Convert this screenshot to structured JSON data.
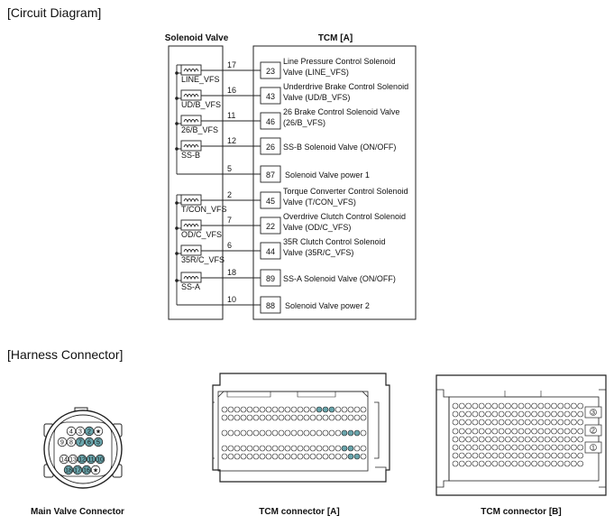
{
  "sections": {
    "circuit": "[Circuit Diagram]",
    "harness": "[Harness Connector]"
  },
  "headers": {
    "solenoid": "Solenoid Valve",
    "tcm": "TCM [A]"
  },
  "top_group": [
    {
      "valve": "LINE_VFS",
      "wire": "17",
      "pin": "23",
      "desc": [
        "Line Pressure Control Solenoid",
        "Valve (LINE_VFS)"
      ]
    },
    {
      "valve": "UD/B_VFS",
      "wire": "16",
      "pin": "43",
      "desc": [
        "Underdrive Brake Control Solenoid",
        "Valve (UD/B_VFS)"
      ]
    },
    {
      "valve": "26/B_VFS",
      "wire": "11",
      "pin": "46",
      "desc": [
        "26 Brake Control Solenoid Valve",
        "(26/B_VFS)"
      ]
    },
    {
      "valve": "SS-B",
      "wire": "12",
      "pin": "26",
      "desc": [
        "SS-B Solenoid Valve (ON/OFF)"
      ]
    }
  ],
  "power1": {
    "wire": "5",
    "pin": "87",
    "desc": "Solenoid Valve power 1"
  },
  "bottom_group": [
    {
      "valve": "T/CON_VFS",
      "wire": "2",
      "pin": "45",
      "desc": [
        "Torque Converter Control Solenoid",
        "Valve (T/CON_VFS)"
      ]
    },
    {
      "valve": "OD/C_VFS",
      "wire": "7",
      "pin": "22",
      "desc": [
        "Overdrive Clutch Control Solenoid",
        "Valve (OD/C_VFS)"
      ]
    },
    {
      "valve": "35R/C_VFS",
      "wire": "6",
      "pin": "44",
      "desc": [
        "35R Clutch Control Solenoid",
        "Valve (35R/C_VFS)"
      ]
    },
    {
      "valve": "SS-A",
      "wire": "18",
      "pin": "89",
      "desc": [
        "SS-A Solenoid Valve (ON/OFF)"
      ]
    }
  ],
  "power2": {
    "wire": "10",
    "pin": "88",
    "desc": "Solenoid Valve power 2"
  },
  "main_connector": {
    "rows": [
      [
        "4",
        "3",
        "2",
        "★"
      ],
      [
        "9",
        "8",
        "7",
        "6",
        "5"
      ],
      [
        "14",
        "13",
        "12",
        "11",
        "10"
      ],
      [
        "18",
        "17",
        "16",
        "★"
      ]
    ],
    "highlighted": [
      "2",
      "7",
      "6",
      "5",
      "12",
      "11",
      "10",
      "18",
      "17",
      "16"
    ]
  },
  "captions": {
    "main": "Main Valve Connector",
    "tcm_a": "TCM connector [A]",
    "tcm_b": "TCM connector [B]"
  },
  "tcm_b_side_pins": [
    "3",
    "2",
    "1"
  ],
  "colors": {
    "line": "#222222",
    "highlight": "#6aa6ad",
    "pin_fill": "#ffffff"
  }
}
